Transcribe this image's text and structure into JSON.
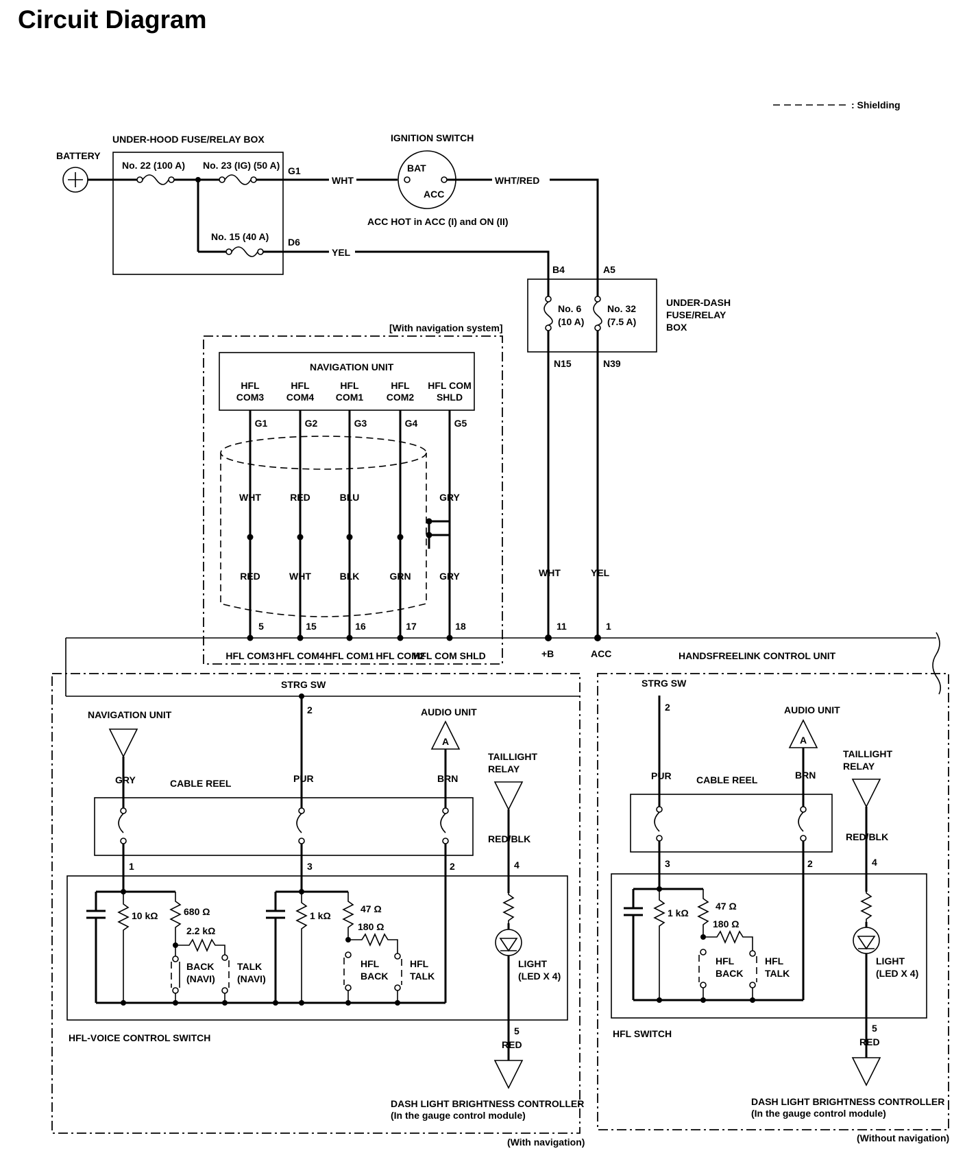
{
  "title": "Circuit Diagram",
  "legend": {
    "shielding": ": Shielding"
  },
  "power": {
    "battery": "BATTERY",
    "underhood_box": "UNDER-HOOD FUSE/RELAY BOX",
    "fuse22": "No. 22 (100 A)",
    "fuse23": "No. 23 (IG) (50 A)",
    "fuse15": "No. 15 (40 A)",
    "g1": "G1",
    "d6": "D6",
    "wht": "WHT",
    "yel": "YEL",
    "ignition": "IGNITION SWITCH",
    "bat": "BAT",
    "acc": "ACC",
    "acc_hot": "ACC HOT in ACC (I) and ON (II)",
    "wht_red": "WHT/RED",
    "b4": "B4",
    "a5": "A5",
    "fuse6": "No. 6",
    "fuse6_rating": "(10 A)",
    "fuse32": "No. 32",
    "fuse32_rating": "(7.5 A)",
    "underdash_1": "UNDER-DASH",
    "underdash_2": "FUSE/RELAY",
    "underdash_3": "BOX",
    "n15": "N15",
    "n39": "N39"
  },
  "nav": {
    "with_nav": "[With navigation system]",
    "unit": "NAVIGATION UNIT",
    "pins": [
      {
        "l1": "HFL",
        "l2": "COM3",
        "g": "G1",
        "w1": "WHT",
        "w2": "RED",
        "num": "5",
        "cu": "HFL COM3"
      },
      {
        "l1": "HFL",
        "l2": "COM4",
        "g": "G2",
        "w1": "RED",
        "w2": "WHT",
        "num": "15",
        "cu": "HFL COM4"
      },
      {
        "l1": "HFL",
        "l2": "COM1",
        "g": "G3",
        "w1": "BLU",
        "w2": "BLK",
        "num": "16",
        "cu": "HFL COM1"
      },
      {
        "l1": "HFL",
        "l2": "COM2",
        "g": "G4",
        "w1": "",
        "w2": "GRN",
        "num": "17",
        "cu": "HFL COM2"
      },
      {
        "l1": "HFL COM",
        "l2": "SHLD",
        "g": "G5",
        "w1": "GRY",
        "w2": "GRY",
        "num": "18",
        "cu": "HFL COM SHLD"
      }
    ]
  },
  "hcu": {
    "title": "HANDSFREELINK CONTROL UNIT",
    "wht": "WHT",
    "yel": "YEL",
    "p11": "11",
    "p1": "1",
    "plus_b": "+B",
    "acc": "ACC"
  },
  "left": {
    "strg_sw": "STRG SW",
    "pin2": "2",
    "nav_unit": "NAVIGATION UNIT",
    "gry": "GRY",
    "pur": "PUR",
    "audio_unit": "AUDIO UNIT",
    "a": "A",
    "brn": "BRN",
    "taillight_1": "TAILLIGHT",
    "taillight_2": "RELAY",
    "red_blk": "RED/BLK",
    "cable_reel": "CABLE REEL",
    "n1": "1",
    "n3": "3",
    "n2": "2",
    "n4": "4",
    "n5": "5",
    "r10k": "10 kΩ",
    "r680": "680 Ω",
    "r2k2": "2.2 kΩ",
    "r1k": "1 kΩ",
    "r47": "47 Ω",
    "r180": "180 Ω",
    "back_navi_1": "BACK",
    "back_navi_2": "(NAVI)",
    "talk_navi_1": "TALK",
    "talk_navi_2": "(NAVI)",
    "hfl_back_1": "HFL",
    "hfl_back_2": "BACK",
    "hfl_talk_1": "HFL",
    "hfl_talk_2": "TALK",
    "light_1": "LIGHT",
    "light_2": "(LED X 4)",
    "switch_name": "HFL-VOICE CONTROL SWITCH",
    "red": "RED",
    "dash_1": "DASH LIGHT BRIGHTNESS CONTROLLER",
    "dash_2": "(In the gauge control module)",
    "variant": "(With navigation)"
  },
  "right": {
    "strg_sw": "STRG SW",
    "pin2": "2",
    "pur": "PUR",
    "audio_unit": "AUDIO UNIT",
    "a": "A",
    "brn": "BRN",
    "taillight_1": "TAILLIGHT",
    "taillight_2": "RELAY",
    "red_blk": "RED/BLK",
    "cable_reel": "CABLE REEL",
    "n3": "3",
    "n2": "2",
    "n4": "4",
    "n5": "5",
    "r1k": "1 kΩ",
    "r47": "47 Ω",
    "r180": "180 Ω",
    "hfl_back_1": "HFL",
    "hfl_back_2": "BACK",
    "hfl_talk_1": "HFL",
    "hfl_talk_2": "TALK",
    "light_1": "LIGHT",
    "light_2": "(LED X 4)",
    "switch_name": "HFL SWITCH",
    "red": "RED",
    "dash_1": "DASH LIGHT BRIGHTNESS CONTROLLER",
    "dash_2": "(In the gauge control module)",
    "variant": "(Without navigation)"
  }
}
